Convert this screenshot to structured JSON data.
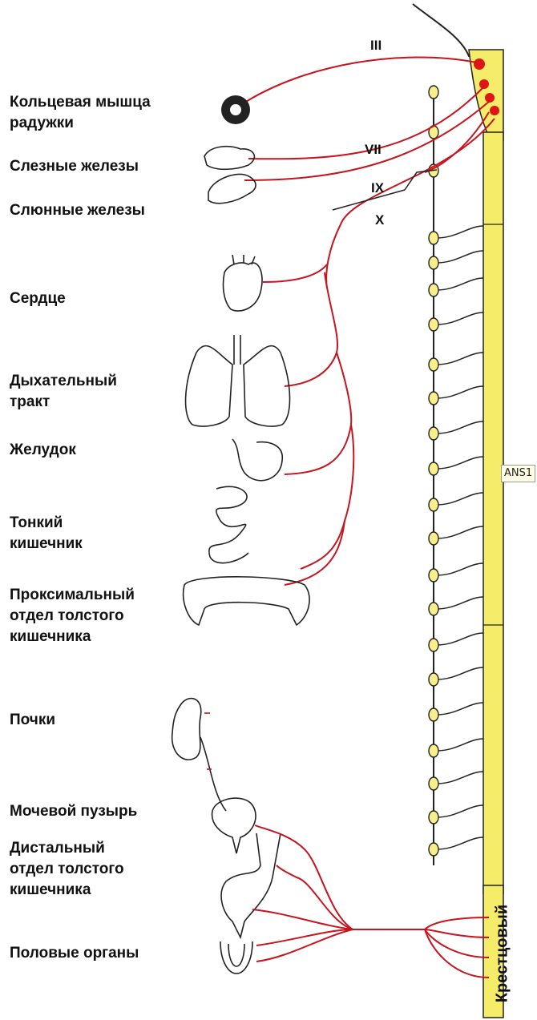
{
  "organs": [
    {
      "id": "iris",
      "lines": [
        "Кольцевая мышца",
        "радужки"
      ]
    },
    {
      "id": "lacrimal",
      "lines": [
        "Слезные железы"
      ]
    },
    {
      "id": "salivary",
      "lines": [
        "Слюнные железы"
      ]
    },
    {
      "id": "heart",
      "lines": [
        "Сердце"
      ]
    },
    {
      "id": "resp",
      "lines": [
        "Дыхательный",
        "тракт"
      ]
    },
    {
      "id": "stomach",
      "lines": [
        "Желудок"
      ]
    },
    {
      "id": "smallint",
      "lines": [
        "Тонкий",
        "кишечник"
      ]
    },
    {
      "id": "proxcolon",
      "lines": [
        "Проксимальный",
        "отдел толстого",
        "кишечника"
      ]
    },
    {
      "id": "kidney",
      "lines": [
        "Почки"
      ]
    },
    {
      "id": "bladder",
      "lines": [
        "Мочевой пузырь"
      ]
    },
    {
      "id": "distcolon",
      "lines": [
        "Дистальный",
        "отдел толстого",
        "кишечника"
      ]
    },
    {
      "id": "genitals",
      "lines": [
        "Половые органы"
      ]
    }
  ],
  "nerves": {
    "III": "III",
    "VII": "VII",
    "IX": "IX",
    "X": "X"
  },
  "sacral_label": "Крестцовый",
  "tag_label": "ANS1",
  "colors": {
    "nerve": "#c8141e",
    "ganglion": "#f7f08a",
    "spine": "#f5ec6a",
    "nucleus": "#e01515"
  }
}
